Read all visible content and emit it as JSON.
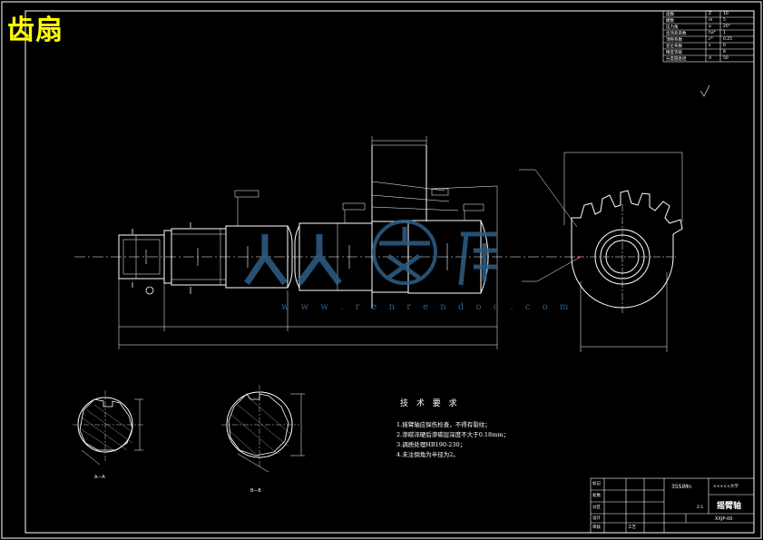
{
  "title_tag": "齿扇",
  "technical_requirements": {
    "heading": "技 术 要 求",
    "items": [
      "1.摇臂轴应探伤检查，不得有裂纹；",
      "2.渗碳淬硬后渗碳层深度不大于0.18mm；",
      "3.调质处理HB190-230；",
      "4.未注倒角为半径为2。"
    ]
  },
  "section_labels": {
    "a": "A—A",
    "b": "B—B"
  },
  "title_block": {
    "part_name": "摇臂轴",
    "material": "35SiMn",
    "drawing_no": "XXJP-00",
    "scale": "2:1",
    "school": "×××××大学",
    "rows": [
      "标记",
      "处数",
      "分区",
      "设计",
      "审核",
      "工艺"
    ]
  },
  "gear_params": {
    "rows": [
      [
        "齿数",
        "Z",
        "10"
      ],
      [
        "模数",
        "m",
        "5"
      ],
      [
        "压力角",
        "α",
        "20°"
      ],
      [
        "齿顶高系数",
        "ha*",
        "1"
      ],
      [
        "顶隙系数",
        "c*",
        "0.25"
      ],
      [
        "变位系数",
        "x",
        "0"
      ],
      [
        "精度等级",
        "",
        "8"
      ],
      [
        "分度圆直径",
        "d",
        "50"
      ]
    ]
  },
  "watermark": {
    "url": "w w w . r e n r e n d o c . c o m"
  },
  "colors": {
    "background": "#000000",
    "lines": "#ffffff",
    "title_tag": "#ffff00",
    "watermark": "#2f5f86",
    "marker": "#ff0000"
  }
}
